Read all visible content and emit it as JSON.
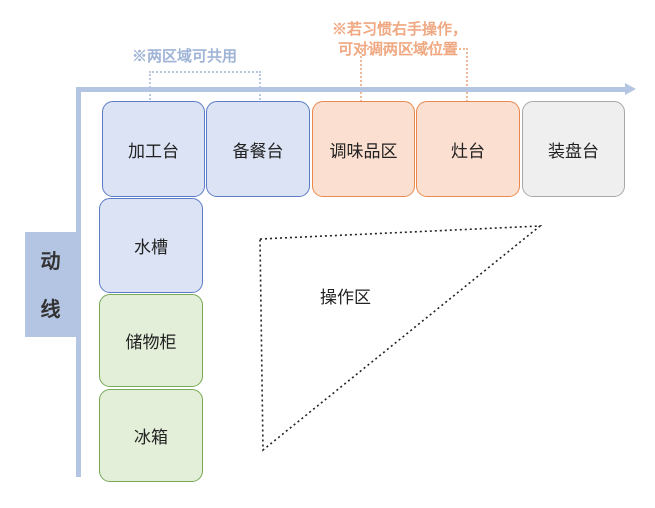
{
  "annotations": {
    "shared_note": "※两区域可共用",
    "right_hand_note_line1": "※若习惯右手操作，",
    "right_hand_note_line2": "可对调两区域位置"
  },
  "flow_label": {
    "char1": "动",
    "char2": "线"
  },
  "top_row": [
    {
      "label": "加工台"
    },
    {
      "label": "备餐台"
    },
    {
      "label": "调味品区"
    },
    {
      "label": "灶台"
    },
    {
      "label": "装盘台"
    }
  ],
  "left_column": [
    {
      "label": "水槽"
    },
    {
      "label": "储物柜"
    },
    {
      "label": "冰箱"
    }
  ],
  "work_area": {
    "label": "操作区"
  },
  "colors": {
    "blue_fill": "#dbe3f4",
    "blue_border": "#5b7cc4",
    "orange_fill": "#fbdfd0",
    "orange_border": "#e9884f",
    "gray_fill": "#efefef",
    "green_fill": "#e3efd9",
    "green_border": "#77a853",
    "axis": "#b3c5e2"
  }
}
